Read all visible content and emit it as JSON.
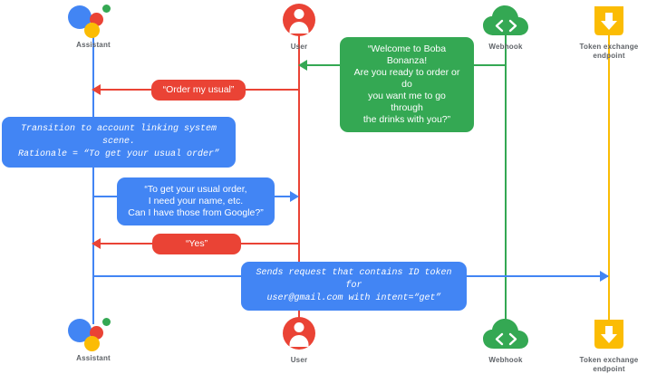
{
  "diagram": {
    "title": "Account linking sequence diagram",
    "colors": {
      "assistant_blue": "#4285f4",
      "user_red": "#ea4335",
      "webhook_green": "#34a853",
      "token_yellow": "#fbbc04",
      "caption_gray": "#5f6368",
      "background": "#ffffff"
    }
  },
  "actors": [
    {
      "id": "assistant",
      "label": "Assistant",
      "icon": "google-assistant-logo-icon",
      "color": "#4285f4"
    },
    {
      "id": "user",
      "label": "User",
      "icon": "user-avatar-icon",
      "color": "#ea4335"
    },
    {
      "id": "webhook",
      "label": "Webhook",
      "icon": "cloud-code-icon",
      "color": "#34a853"
    },
    {
      "id": "token",
      "label": "Token exchange\nendpoint",
      "icon": "download-box-icon",
      "color": "#fbbc04"
    }
  ],
  "messages": [
    {
      "id": "welcome",
      "kind": "speech",
      "color": "green",
      "from": "webhook",
      "to": "user",
      "direction": "left",
      "text": "“Welcome to Boba Bonanza!\nAre you ready to order or do\nyou want me to go through\nthe drinks with you?”"
    },
    {
      "id": "order-my-usual",
      "kind": "speech",
      "color": "red",
      "from": "user",
      "to": "assistant",
      "direction": "left",
      "text": "“Order my usual”"
    },
    {
      "id": "transition-note",
      "kind": "code",
      "color": "blue",
      "from": "assistant",
      "to": "assistant",
      "direction": "none",
      "text": "Transition to account linking system scene.\nRationale = “To get your usual order”"
    },
    {
      "id": "need-your-name",
      "kind": "speech",
      "color": "blue",
      "from": "assistant",
      "to": "user",
      "direction": "right",
      "text": "“To get your usual order,\nI need your name, etc.\nCan I have those from Google?”"
    },
    {
      "id": "yes",
      "kind": "speech",
      "color": "red",
      "from": "user",
      "to": "assistant",
      "direction": "left",
      "text": "“Yes”"
    },
    {
      "id": "sends-request",
      "kind": "code",
      "color": "blue",
      "from": "assistant",
      "to": "token",
      "direction": "right",
      "text": "Sends request that contains ID token for\nuser@gmail.com with intent=“get”"
    }
  ]
}
